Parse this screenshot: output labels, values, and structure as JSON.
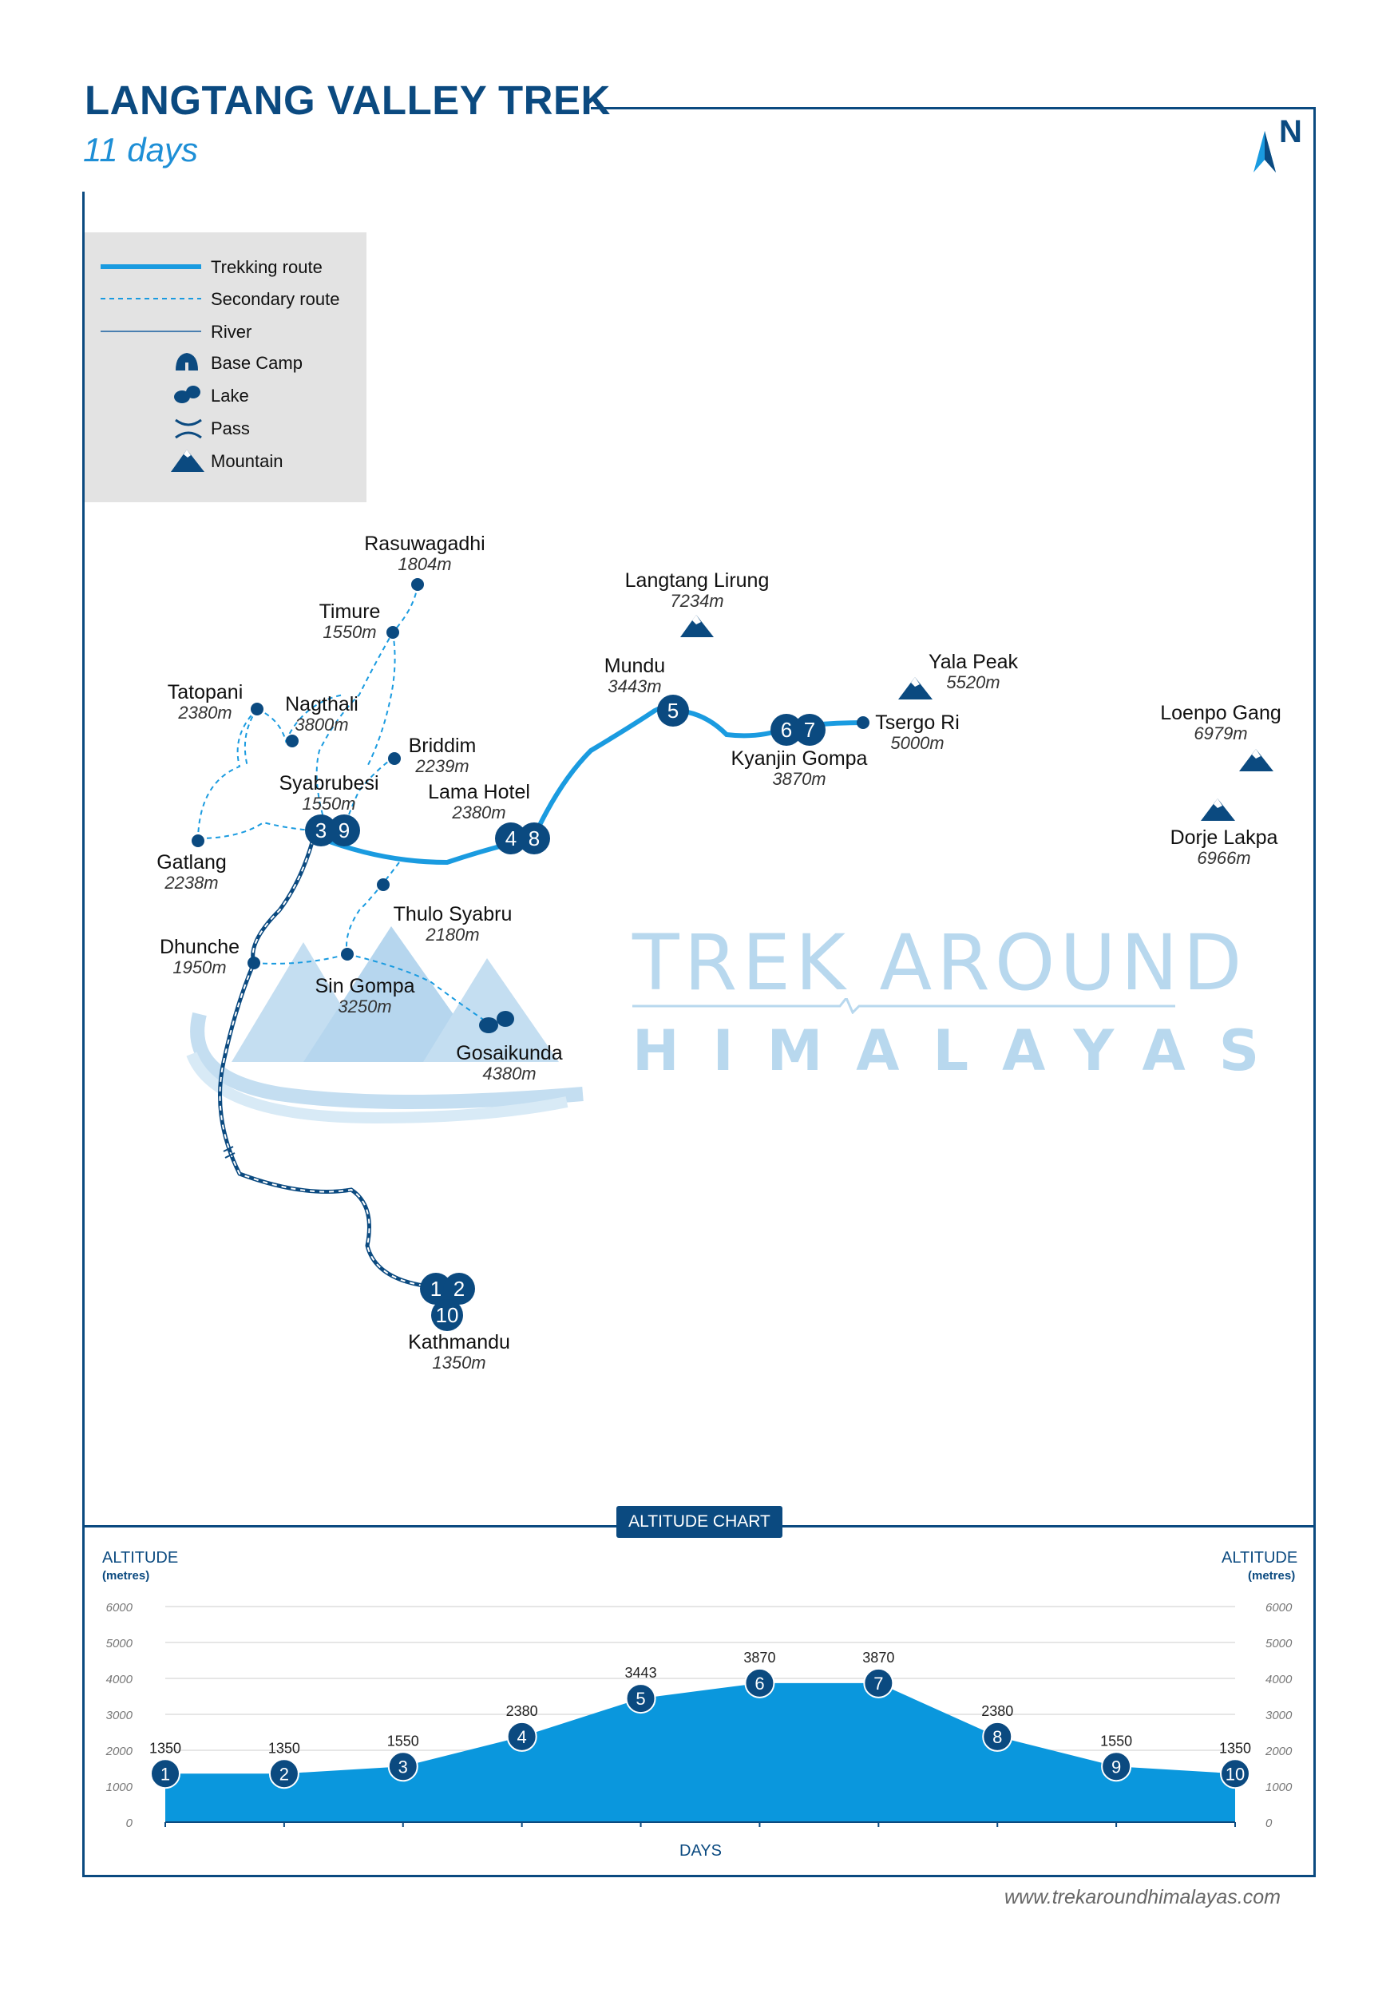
{
  "header": {
    "title": "LANGTANG VALLEY TREK",
    "subtitle": "11 days",
    "north_label": "N"
  },
  "legend": {
    "items": [
      {
        "label": "Trekking route",
        "icon": "trekking-route-line"
      },
      {
        "label": "Secondary route",
        "icon": "secondary-route-dashed-line"
      },
      {
        "label": "River",
        "icon": "river-line"
      },
      {
        "label": "Base Camp",
        "icon": "base-camp-icon"
      },
      {
        "label": "Lake",
        "icon": "lake-icon"
      },
      {
        "label": "Pass",
        "icon": "pass-icon"
      },
      {
        "label": "Mountain",
        "icon": "mountain-icon"
      }
    ]
  },
  "places": [
    {
      "name": "Rasuwagadhi",
      "elevation": "1804m"
    },
    {
      "name": "Timure",
      "elevation": "1550m"
    },
    {
      "name": "Tatopani",
      "elevation": "2380m"
    },
    {
      "name": "Nagthali",
      "elevation": "3800m"
    },
    {
      "name": "Briddim",
      "elevation": "2239m"
    },
    {
      "name": "Syabrubesi",
      "elevation": "1550m"
    },
    {
      "name": "Gatlang",
      "elevation": "2238m"
    },
    {
      "name": "Lama Hotel",
      "elevation": "2380m"
    },
    {
      "name": "Mundu",
      "elevation": "3443m"
    },
    {
      "name": "Kyanjin Gompa",
      "elevation": "3870m"
    },
    {
      "name": "Tsergo Ri",
      "elevation": "5000m"
    },
    {
      "name": "Thulo Syabru",
      "elevation": "2180m"
    },
    {
      "name": "Dhunche",
      "elevation": "1950m"
    },
    {
      "name": "Sin Gompa",
      "elevation": "3250m"
    },
    {
      "name": "Gosaikunda",
      "elevation": "4380m"
    },
    {
      "name": "Kathmandu",
      "elevation": "1350m"
    }
  ],
  "mountains": [
    {
      "name": "Langtang Lirung",
      "elevation": "7234m"
    },
    {
      "name": "Yala Peak",
      "elevation": "5520m"
    },
    {
      "name": "Loenpo Gang",
      "elevation": "6979m"
    },
    {
      "name": "Dorje Lakpa",
      "elevation": "6966m"
    }
  ],
  "route_markers": {
    "kathmandu": [
      "1",
      "2",
      "10"
    ],
    "syabrubesi": [
      "3",
      "9"
    ],
    "lama_hotel": [
      "4",
      "8"
    ],
    "mundu": [
      "5"
    ],
    "kyanjin": [
      "6",
      "7"
    ]
  },
  "watermark": {
    "line1": "TREK AROUND",
    "line2": "HIMALAYAS"
  },
  "chart_tab": "ALTITUDE CHART",
  "chart_data": {
    "type": "area",
    "ylabel": "ALTITUDE",
    "ylabel_unit": "(metres)",
    "xlabel": "DAYS",
    "ylim": [
      0,
      6000
    ],
    "yticks": [
      "0",
      "1000",
      "2000",
      "3000",
      "4000",
      "5000",
      "6000"
    ],
    "grid": true,
    "color": "#0a97dd",
    "x": [
      "1",
      "2",
      "3",
      "4",
      "5",
      "6",
      "7",
      "8",
      "9",
      "10"
    ],
    "values": [
      1350,
      1350,
      1550,
      2380,
      3443,
      3870,
      3870,
      2380,
      1550,
      1350
    ]
  },
  "footer": {
    "website": "www.trekaroundhimalayas.com"
  },
  "colors": {
    "navy": "#0b4a80",
    "route_blue": "#1a9be0",
    "legend_bg": "#e3e3e3"
  }
}
